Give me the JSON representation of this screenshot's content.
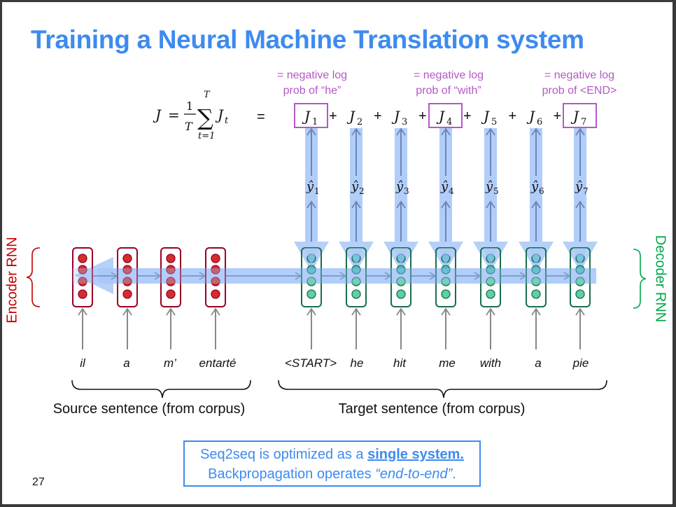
{
  "slide": {
    "title": "Training a Neural Machine Translation system",
    "page_number": "27"
  },
  "loss": {
    "formula": {
      "lhs": "J",
      "equals": "=",
      "frac_num": "1",
      "frac_den": "T",
      "sum_upper": "T",
      "sum_lower": "t=1",
      "term": "J",
      "term_sub": "t"
    },
    "equals_sign": "=",
    "terms": [
      {
        "name": "J",
        "sub": "1",
        "highlighted": true
      },
      {
        "name": "J",
        "sub": "2",
        "highlighted": false
      },
      {
        "name": "J",
        "sub": "3",
        "highlighted": false
      },
      {
        "name": "J",
        "sub": "4",
        "highlighted": true
      },
      {
        "name": "J",
        "sub": "5",
        "highlighted": false
      },
      {
        "name": "J",
        "sub": "6",
        "highlighted": false
      },
      {
        "name": "J",
        "sub": "7",
        "highlighted": true
      }
    ],
    "plus": "+",
    "annotations": [
      {
        "line1": "= negative log",
        "line2": "prob of “he”"
      },
      {
        "line1": "= negative log",
        "line2": "prob of “with”"
      },
      {
        "line1": "= negative log",
        "line2": "prob of <END>"
      }
    ]
  },
  "outputs": [
    {
      "sym": "ŷ",
      "sub": "1"
    },
    {
      "sym": "ŷ",
      "sub": "2"
    },
    {
      "sym": "ŷ",
      "sub": "3"
    },
    {
      "sym": "ŷ",
      "sub": "4"
    },
    {
      "sym": "ŷ",
      "sub": "5"
    },
    {
      "sym": "ŷ",
      "sub": "6"
    },
    {
      "sym": "ŷ",
      "sub": "7"
    }
  ],
  "encoder": {
    "label": "Encoder RNN",
    "words": [
      "il",
      "a",
      "m’",
      "entarté"
    ],
    "caption": "Source sentence (from corpus)"
  },
  "decoder": {
    "label": "Decoder RNN",
    "words": [
      "<START>",
      "he",
      "hit",
      "me",
      "with",
      "a",
      "pie"
    ],
    "caption": "Target sentence (from corpus)"
  },
  "note": {
    "line1_prefix": "Seq2seq is optimized as a ",
    "line1_strong": "single system.",
    "line2_prefix": "Backpropagation operates ",
    "line2_em": "“end-to-end”",
    "line2_suffix": "."
  },
  "colors": {
    "title": "#3d8bf0",
    "annotation": "#b459c8",
    "encoder": "#c00000",
    "decoder": "#00a74a",
    "gradient_flow": "#a8c8f8"
  }
}
